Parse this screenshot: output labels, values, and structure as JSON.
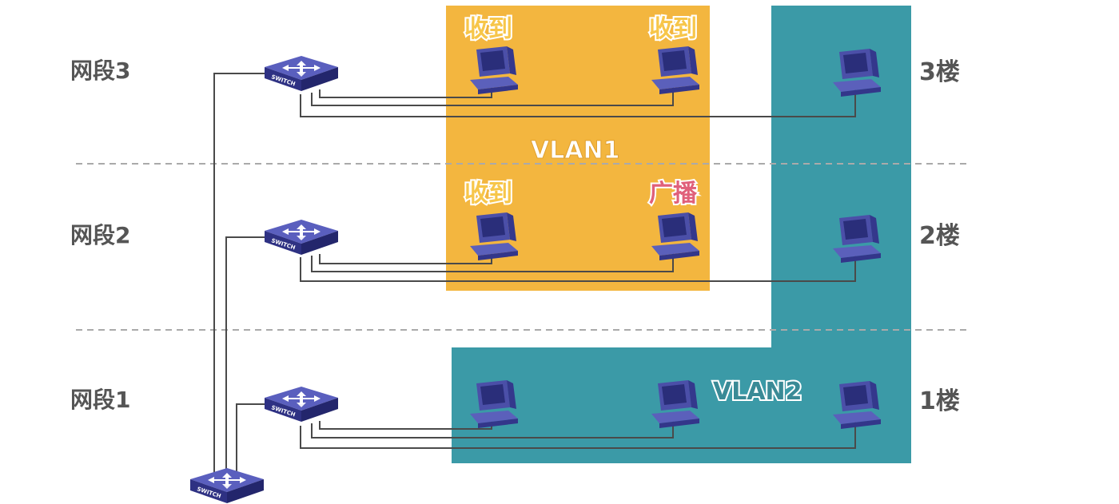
{
  "segments": {
    "seg3": "网段3",
    "seg2": "网段2",
    "seg1": "网段1"
  },
  "floors": {
    "f3": "3楼",
    "f2": "2楼",
    "f1": "1楼"
  },
  "vlans": {
    "vlan1": "VLAN1",
    "vlan2": "VLAN2"
  },
  "status": {
    "f3_left": "收到",
    "f3_right": "收到",
    "f2_left": "收到",
    "f2_right": "广播"
  },
  "switch_label": "SWITCH",
  "colors": {
    "vlan1": "#f3b63f",
    "vlan2": "#3b9aa7",
    "received": "#f7c64a",
    "broadcast": "#e0607a",
    "text": "#555555"
  }
}
